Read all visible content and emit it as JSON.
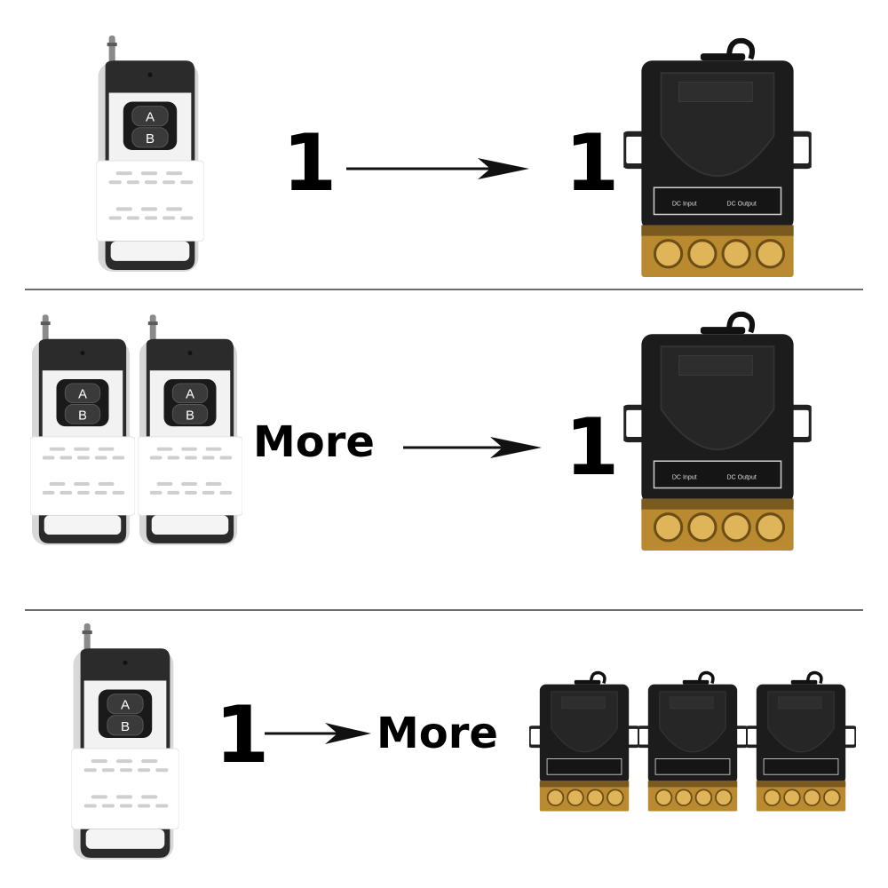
{
  "rows": [
    {
      "left_label": "1",
      "right_label": "1"
    },
    {
      "left_label": "More",
      "right_label": "1"
    },
    {
      "left_label": "1",
      "right_label": "More"
    }
  ],
  "remote": {
    "button_a": "A",
    "button_b": "B"
  },
  "receiver": {
    "terminal_label_input": "DC Input",
    "terminal_label_output": "DC Output"
  },
  "colors": {
    "divider": "#6d6d6d",
    "remote_body": "#ffffff",
    "remote_top": "#2a2a2a",
    "receiver_body": "#1e1e1e",
    "terminal_block": "#c89a3a"
  }
}
